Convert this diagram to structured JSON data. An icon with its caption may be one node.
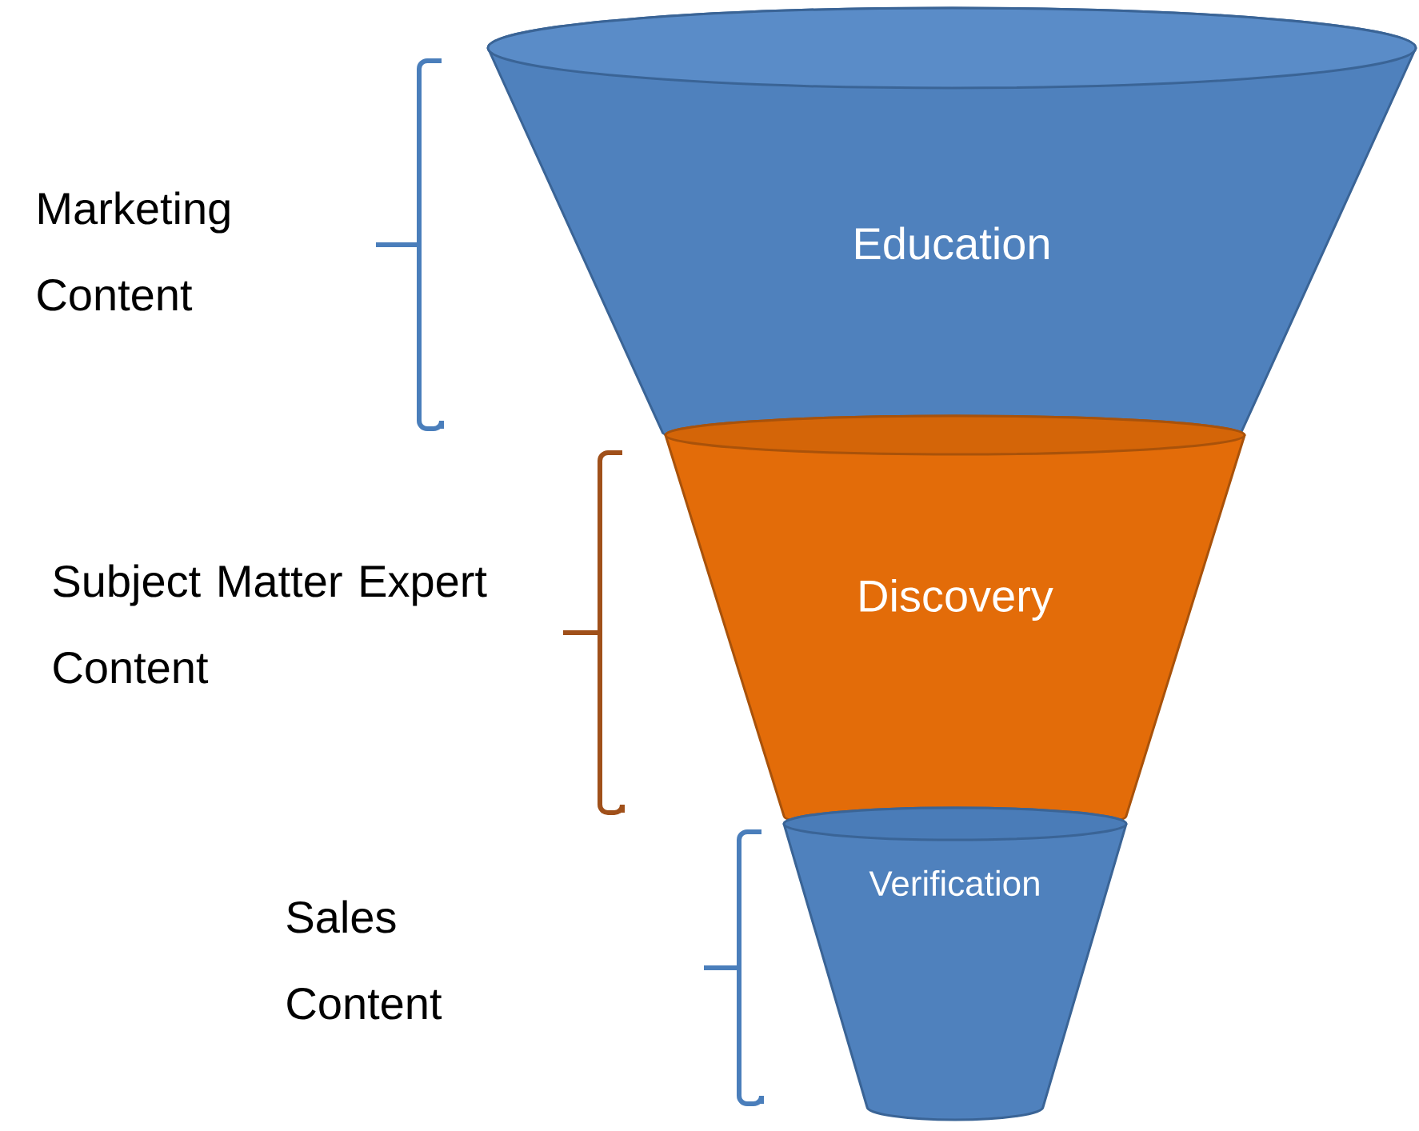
{
  "diagram": {
    "nodes": [
      {
        "text": [
          "Education"
        ]
      },
      {
        "text": [
          "Discovery"
        ]
      },
      {
        "text": [
          "Verification"
        ]
      }
    ],
    "labels": [
      "Marketing Content",
      "Subject Matter Expert Content",
      "Sales Content"
    ]
  }
}
